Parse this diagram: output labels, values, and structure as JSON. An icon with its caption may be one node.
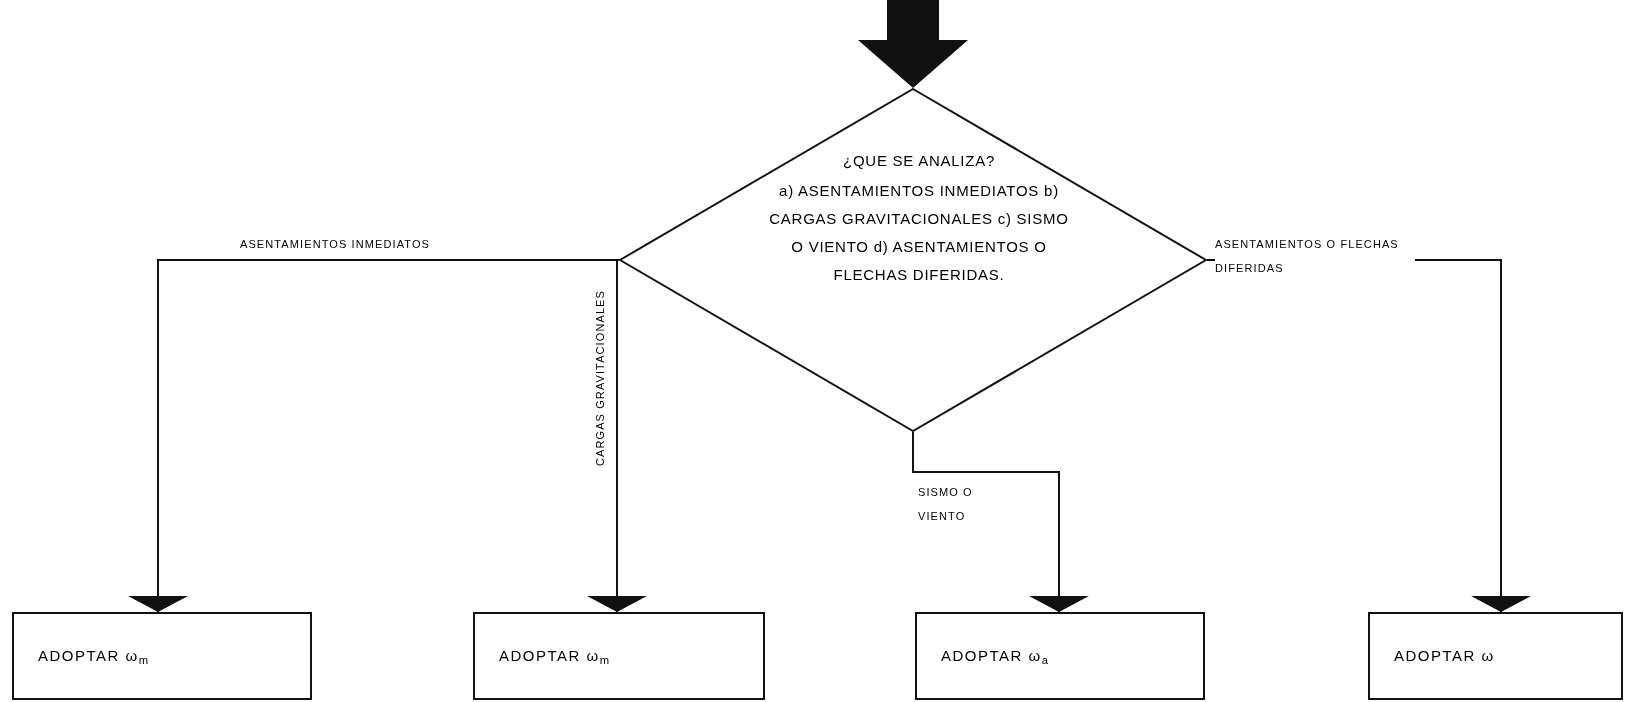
{
  "diagram": {
    "nodes": [
      {
        "text": [
          "¿QUE SE ANALIZA?",
          "a) ASENTAMIENTOS INMEDIATOS b) CARGAS GRAVITACIONALES c) SISMO O VIENTO d) ASENTAMIENTOS O FLECHAS DIFERIDAS."
        ]
      },
      {
        "text": [
          "ADOPTAR ω$_{m}$"
        ]
      },
      {
        "text": [
          "ADOPTAR ω$_{m}$"
        ]
      },
      {
        "text": [
          "ADOPTAR ω$_{a}$"
        ]
      },
      {
        "text": [
          "ADOPTAR ω"
        ]
      }
    ],
    "edges": [
      {
        "from": null,
        "to": 0,
        "arrow": "to",
        "style": "thick"
      },
      {
        "from": 0,
        "to": 1,
        "arrow": "to",
        "label": "ASENTAMIENTOS INMEDIATOS"
      },
      {
        "from": 0,
        "to": 2,
        "arrow": "to",
        "label": "CARGAS GRAVITACIONALES"
      },
      {
        "from": 0,
        "to": 3,
        "arrow": "to",
        "label": "SISMO O VIENTO"
      },
      {
        "from": 0,
        "to": 4,
        "arrow": "to",
        "label": "ASENTAMIENTOS O FLECHAS DIFERIDAS"
      }
    ]
  }
}
